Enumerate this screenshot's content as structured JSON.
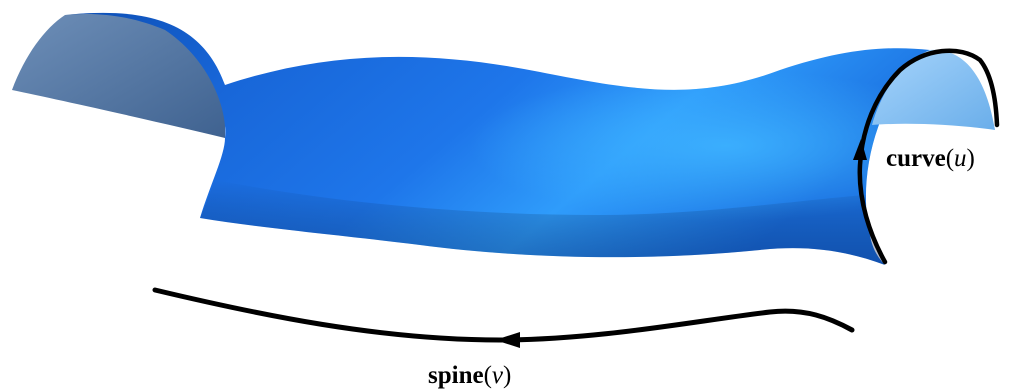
{
  "labels": {
    "curve": {
      "name": "curve",
      "open": "(",
      "param": "u",
      "close": ")"
    },
    "spine": {
      "name": "spine",
      "open": "(",
      "param": "v",
      "close": ")"
    }
  },
  "colors": {
    "surface_main": "#1f77e6",
    "surface_dark": "#0a3f9c",
    "surface_highlight": "#35a8ff",
    "inner_left": "#4d6d96",
    "inner_right": "#8ec6f5",
    "stroke": "#000000",
    "background": "#ffffff"
  },
  "icons": {
    "curve_arrow": "arrow-up-icon",
    "spine_arrow": "arrow-left-icon"
  }
}
